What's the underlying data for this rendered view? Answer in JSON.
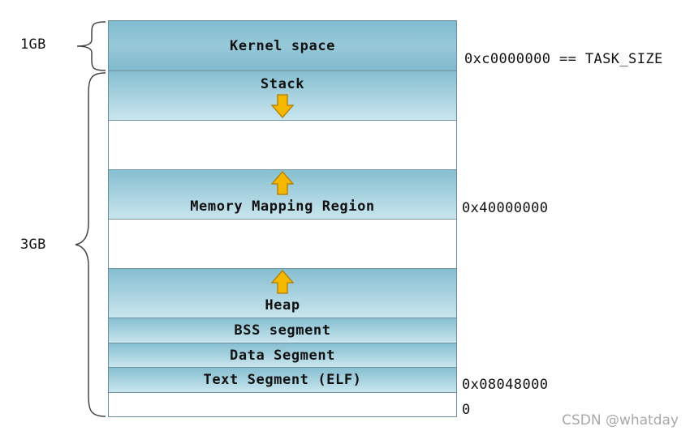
{
  "sizes": {
    "kernel": "1GB",
    "user": "3GB"
  },
  "regions": {
    "kernel": "Kernel space",
    "stack": "Stack",
    "mmap": "Memory Mapping Region",
    "heap": "Heap",
    "bss": "BSS segment",
    "data": "Data Segment",
    "text": "Text Segment (ELF)"
  },
  "addresses": {
    "task_size": "0xc0000000 == TASK_SIZE",
    "mmap_base": "0x40000000",
    "text_base": "0x08048000",
    "zero": "0"
  },
  "watermark": "CSDN @whatday",
  "colors": {
    "region_blue": "#a8d2df",
    "arrow_yellow": "#f5b800",
    "arrow_outline": "#b07c00"
  }
}
